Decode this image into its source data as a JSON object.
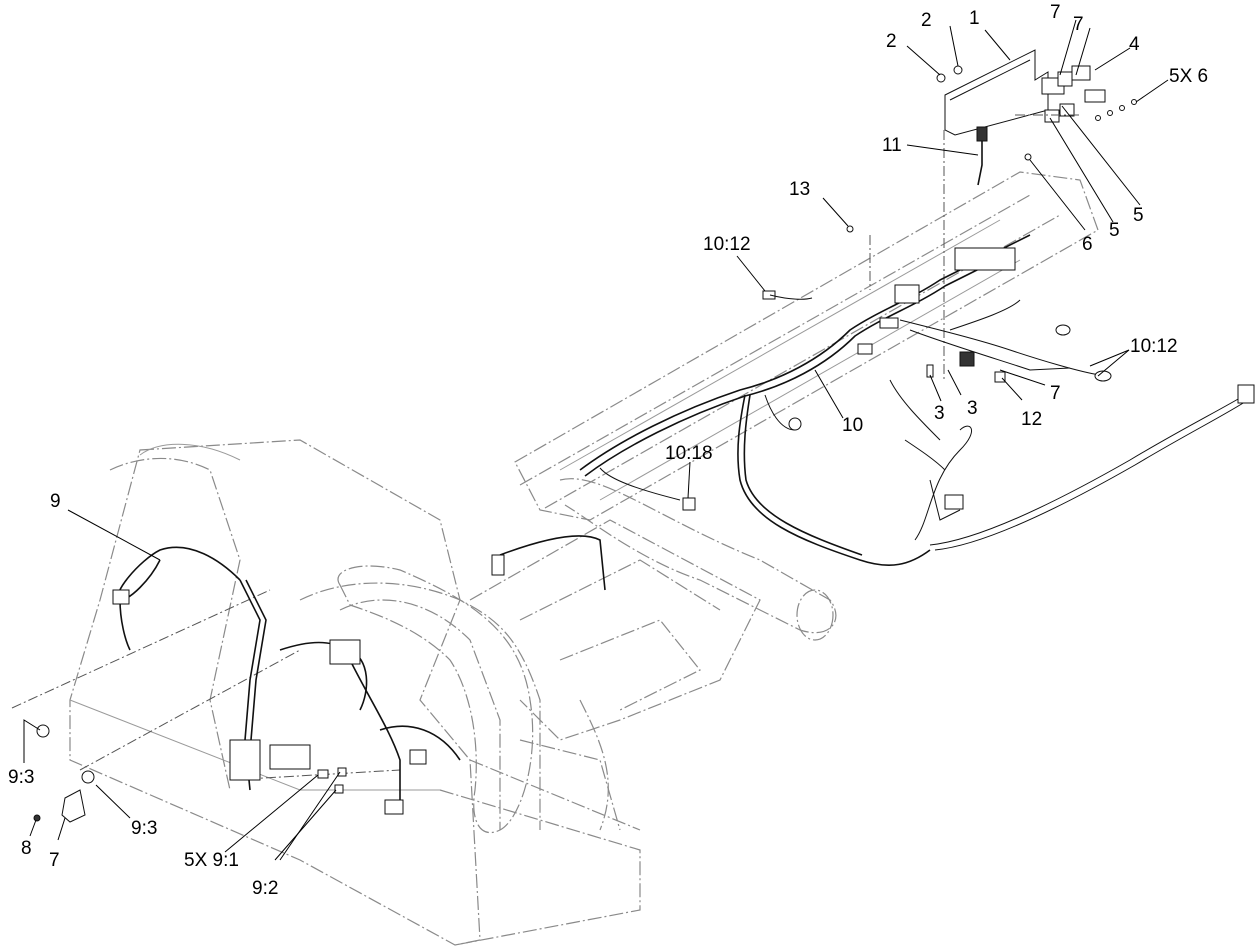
{
  "diagram": {
    "callouts": {
      "c1": "1",
      "c2a": "2",
      "c2b": "2",
      "c3a": "3",
      "c3b": "3",
      "c4": "4",
      "c5a": "5",
      "c5b": "5",
      "c5x6": "5X 6",
      "c6": "6",
      "c7a": "7",
      "c7b": "7",
      "c7c": "7",
      "c7d": "7",
      "c8": "8",
      "c9": "9",
      "c9_1": "5X 9:1",
      "c9_2": "9:2",
      "c9_3a": "9:3",
      "c9_3b": "9:3",
      "c10": "10",
      "c10_12a": "10:12",
      "c10_12b": "10:12",
      "c10_18": "10:18",
      "c11": "11",
      "c12": "12",
      "c13": "13"
    }
  }
}
